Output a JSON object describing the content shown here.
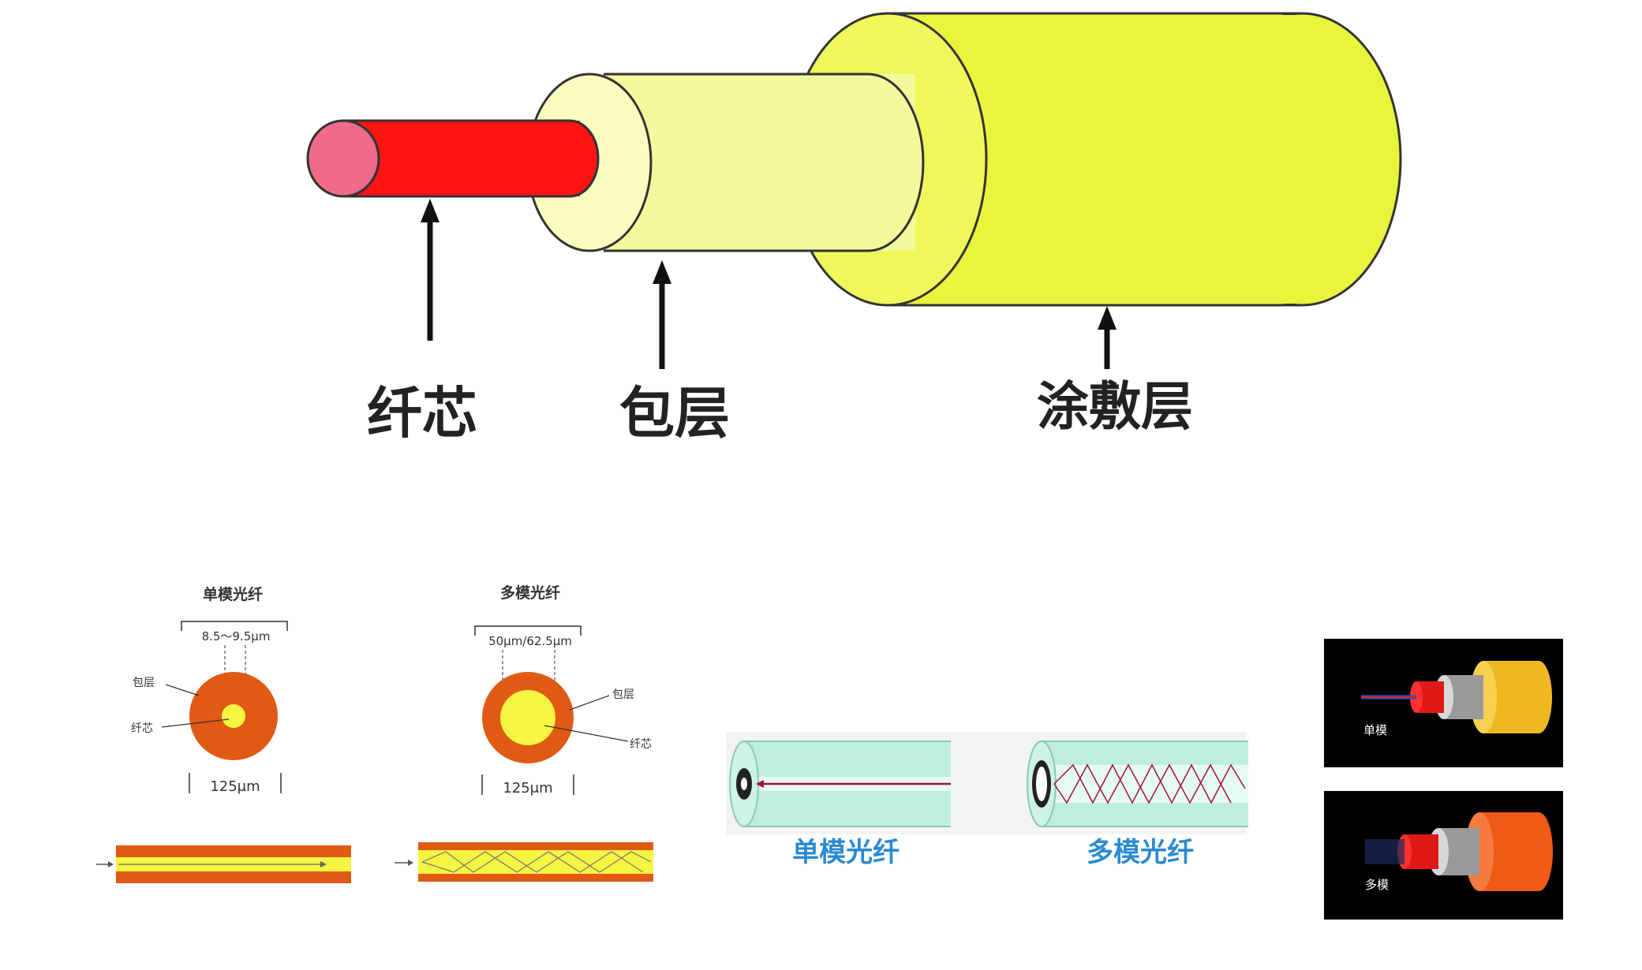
{
  "main_diagram": {
    "labels": {
      "core": "纤芯",
      "cladding": "包层",
      "coating": "涂敷层"
    },
    "colors": {
      "core_end": "#f06a8a",
      "core_body": "#ff1414",
      "cladding_end": "#fbfdc0",
      "cladding_body": "#f4fa9c",
      "coating_end": "#f0f75a",
      "coating_body": "#e8f53c"
    }
  },
  "cross_sections": {
    "single_mode": {
      "title": "单模光纤",
      "core_dim": "8.5～9.5μm",
      "clad_dim": "125μm",
      "cladding_label": "包层",
      "core_label": "纤芯"
    },
    "multi_mode": {
      "title": "多模光纤",
      "core_dim": "50μm/62.5μm",
      "clad_dim": "125μm",
      "cladding_label": "包层",
      "core_label": "纤芯"
    },
    "colors": {
      "cladding": "#e05a14",
      "core": "#f5f542"
    }
  },
  "tube_diagram": {
    "single_label": "单模光纤",
    "multi_label": "多模光纤",
    "colors": {
      "tube": "#bfeee0",
      "ray": "#a01040",
      "label": "#2a8ad0"
    }
  },
  "thumbnails": {
    "single_label": "单模",
    "multi_label": "多模",
    "colors": {
      "background": "#000000",
      "single_jacket": "#f0b820",
      "multi_jacket": "#f05a14"
    }
  }
}
